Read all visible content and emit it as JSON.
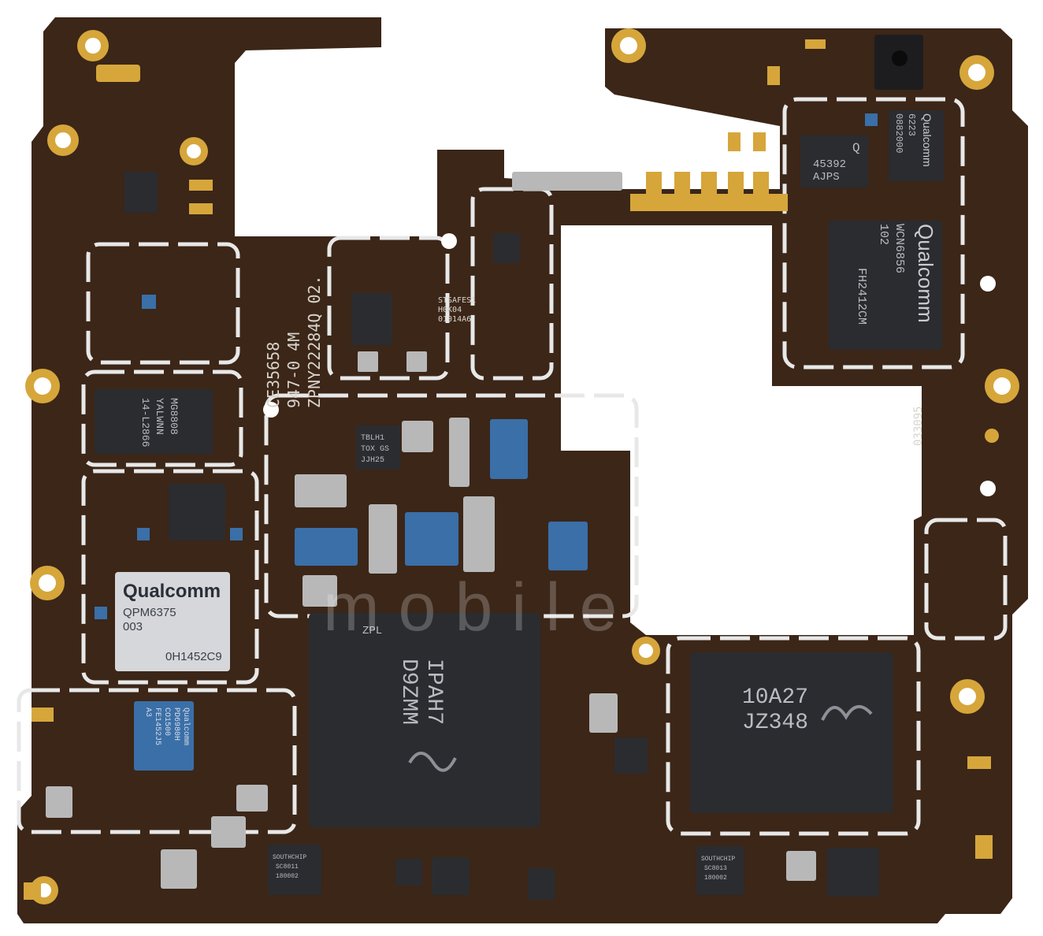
{
  "colors": {
    "pcb": "#3b2618",
    "pcb_dark": "#2c1c12",
    "gold": "#d6a63b",
    "shield": "#e8e8e8",
    "chip_black": "#2b2c30",
    "chip_blue": "#3a6fa8"
  },
  "silkscreen": {
    "line1": "CE35658",
    "line2": "947-0 4M",
    "line3": "ZPNY22284Q 02.",
    "board_code": "033095"
  },
  "chips": {
    "qpm": {
      "brand": "Qualcomm",
      "model": "QPM6375",
      "rev": "003",
      "lot": "0H1452C9"
    },
    "wcn": {
      "brand": "Qualcomm",
      "model": "WCN6856",
      "rev": "102",
      "lot": "FH2412CM"
    },
    "q45392": {
      "mark": "Q",
      "line1": "45392",
      "line2": "AJPS"
    },
    "qualcomm_top": {
      "brand": "Qualcomm",
      "line1": "6223",
      "line2": "0882000"
    },
    "soc": {
      "line1": "IPAH7",
      "line2": "D9ZMM",
      "line3": "ZPL"
    },
    "ram": {
      "line1": "10A27",
      "line2": "JZ348"
    },
    "stsafe": {
      "line1": "STSAFES1",
      "line2": "H0K04",
      "line3": "01014A6"
    },
    "mem_left": {
      "line1": "MG8808",
      "line2": "YALWNN",
      "line3": "14-L2866"
    },
    "blue_bottom": {
      "line1": "Qualcomm",
      "line2": "PD6980H",
      "line3": "CO1500",
      "line4": "FE1452J5",
      "line5": "A3"
    },
    "south1": {
      "line1": "SOUTHCHIP",
      "line2": "SC8011",
      "line3": "180002"
    },
    "south2": {
      "line1": "SOUTHCHIP",
      "line2": "SC8013",
      "line3": "180002"
    },
    "tbl": {
      "line1": "TBLH1",
      "line2": "TOX GS",
      "line3": "JJH25"
    }
  },
  "watermark": "mobile"
}
